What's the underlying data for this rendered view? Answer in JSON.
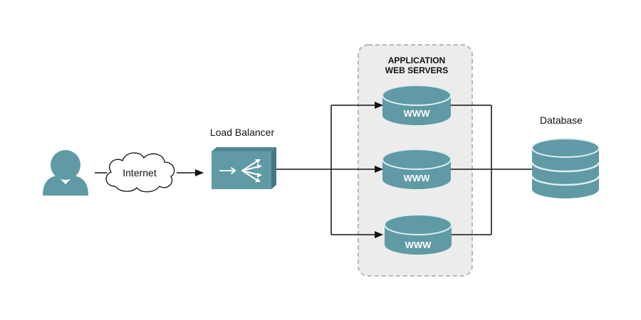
{
  "diagram": {
    "nodes": {
      "user": {
        "icon": "user-icon"
      },
      "internet": {
        "label": "Internet",
        "icon": "cloud-icon"
      },
      "load_balancer": {
        "label": "Load Balancer",
        "icon": "load-balancer-icon"
      },
      "server_group": {
        "title_line1": "APPLICATION",
        "title_line2": "WEB SERVERS"
      },
      "servers": [
        {
          "label": "WWW",
          "icon": "server-disk-icon"
        },
        {
          "label": "WWW",
          "icon": "server-disk-icon"
        },
        {
          "label": "WWW",
          "icon": "server-disk-icon"
        }
      ],
      "database": {
        "label": "Database",
        "icon": "database-icon"
      }
    },
    "colors": {
      "accent": "#5f9aa5",
      "accent_dark": "#4f8892",
      "accent_light": "#dceef1",
      "group_fill": "#ececec",
      "group_border": "#b8b8b8",
      "line": "#111111",
      "text": "#111111"
    }
  }
}
